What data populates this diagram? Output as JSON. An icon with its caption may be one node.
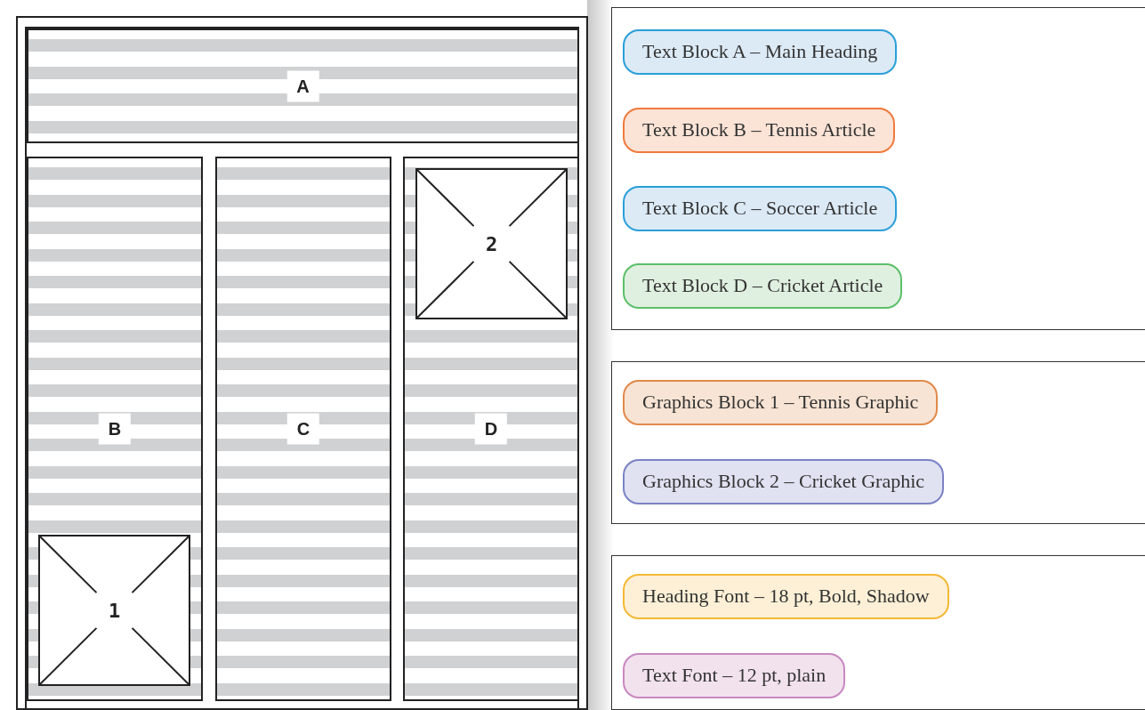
{
  "diagram": {
    "nodes": [
      {
        "text": [],
        "shape": "box"
      },
      {
        "text": [
          "A"
        ],
        "in": 0
      },
      {
        "text": [
          "B"
        ],
        "in": 0
      },
      {
        "text": [
          "1"
        ],
        "in": 2
      },
      {
        "text": [
          "C"
        ],
        "in": 0
      },
      {
        "text": [
          "D"
        ],
        "in": 0
      },
      {
        "text": [
          "2"
        ],
        "in": 5
      },
      {
        "text": [],
        "shape": "box"
      },
      {
        "text": [
          "Text Block A – Main Heading"
        ],
        "in": 7
      },
      {
        "text": [
          "Text Block B – Tennis Article"
        ],
        "in": 7
      },
      {
        "text": [
          "Text Block C – Soccer Article"
        ],
        "in": 7
      },
      {
        "text": [
          "Text Block D – Cricket Article"
        ],
        "in": 7
      },
      {
        "text": [],
        "shape": "box"
      },
      {
        "text": [
          "Graphics Block 1 – Tennis Graphic"
        ],
        "in": 12
      },
      {
        "text": [
          "Graphics Block 2 – Cricket Graphic"
        ],
        "in": 12
      },
      {
        "text": [],
        "shape": "box"
      },
      {
        "text": [
          "Heading Font – 18 pt, Bold, Shadow"
        ],
        "in": 15
      },
      {
        "text": [
          "Text Font – 12 pt, plain"
        ],
        "in": 15
      }
    ],
    "edges": []
  }
}
